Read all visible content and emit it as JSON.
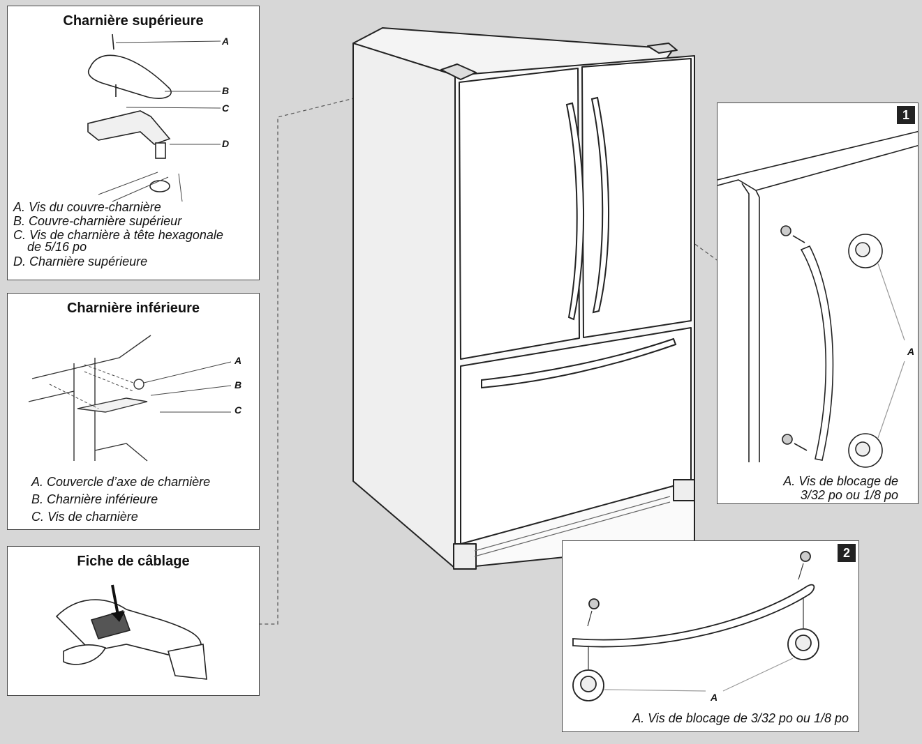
{
  "panels": {
    "upper_hinge": {
      "title": "Charnière supérieure",
      "labels": [
        "A",
        "B",
        "C",
        "D"
      ],
      "legend": [
        "A. Vis du couvre-charnière",
        "B. Couvre-charnière supérieur",
        "C. Vis de charnière à tête hexagonale",
        "de 5/16 po",
        "D. Charnière supérieure"
      ]
    },
    "lower_hinge": {
      "title": "Charnière inférieure",
      "labels": [
        "A",
        "B",
        "C"
      ],
      "legend": [
        "A. Couvercle d’axe de charnière",
        "B. Charnière inférieure",
        "C. Vis de charnière"
      ]
    },
    "wiring_plug": {
      "title": "Fiche de câblage"
    },
    "step1": {
      "badge": "1",
      "label": "A",
      "legend": [
        "A. Vis de blocage de",
        "3/32 po ou 1/8 po"
      ]
    },
    "step2": {
      "badge": "2",
      "label": "A",
      "legend": "A. Vis de blocage de 3/32 po ou 1/8 po"
    }
  },
  "colors": {
    "background": "#d7d7d7",
    "panel": "#ffffff",
    "line": "#222222"
  }
}
